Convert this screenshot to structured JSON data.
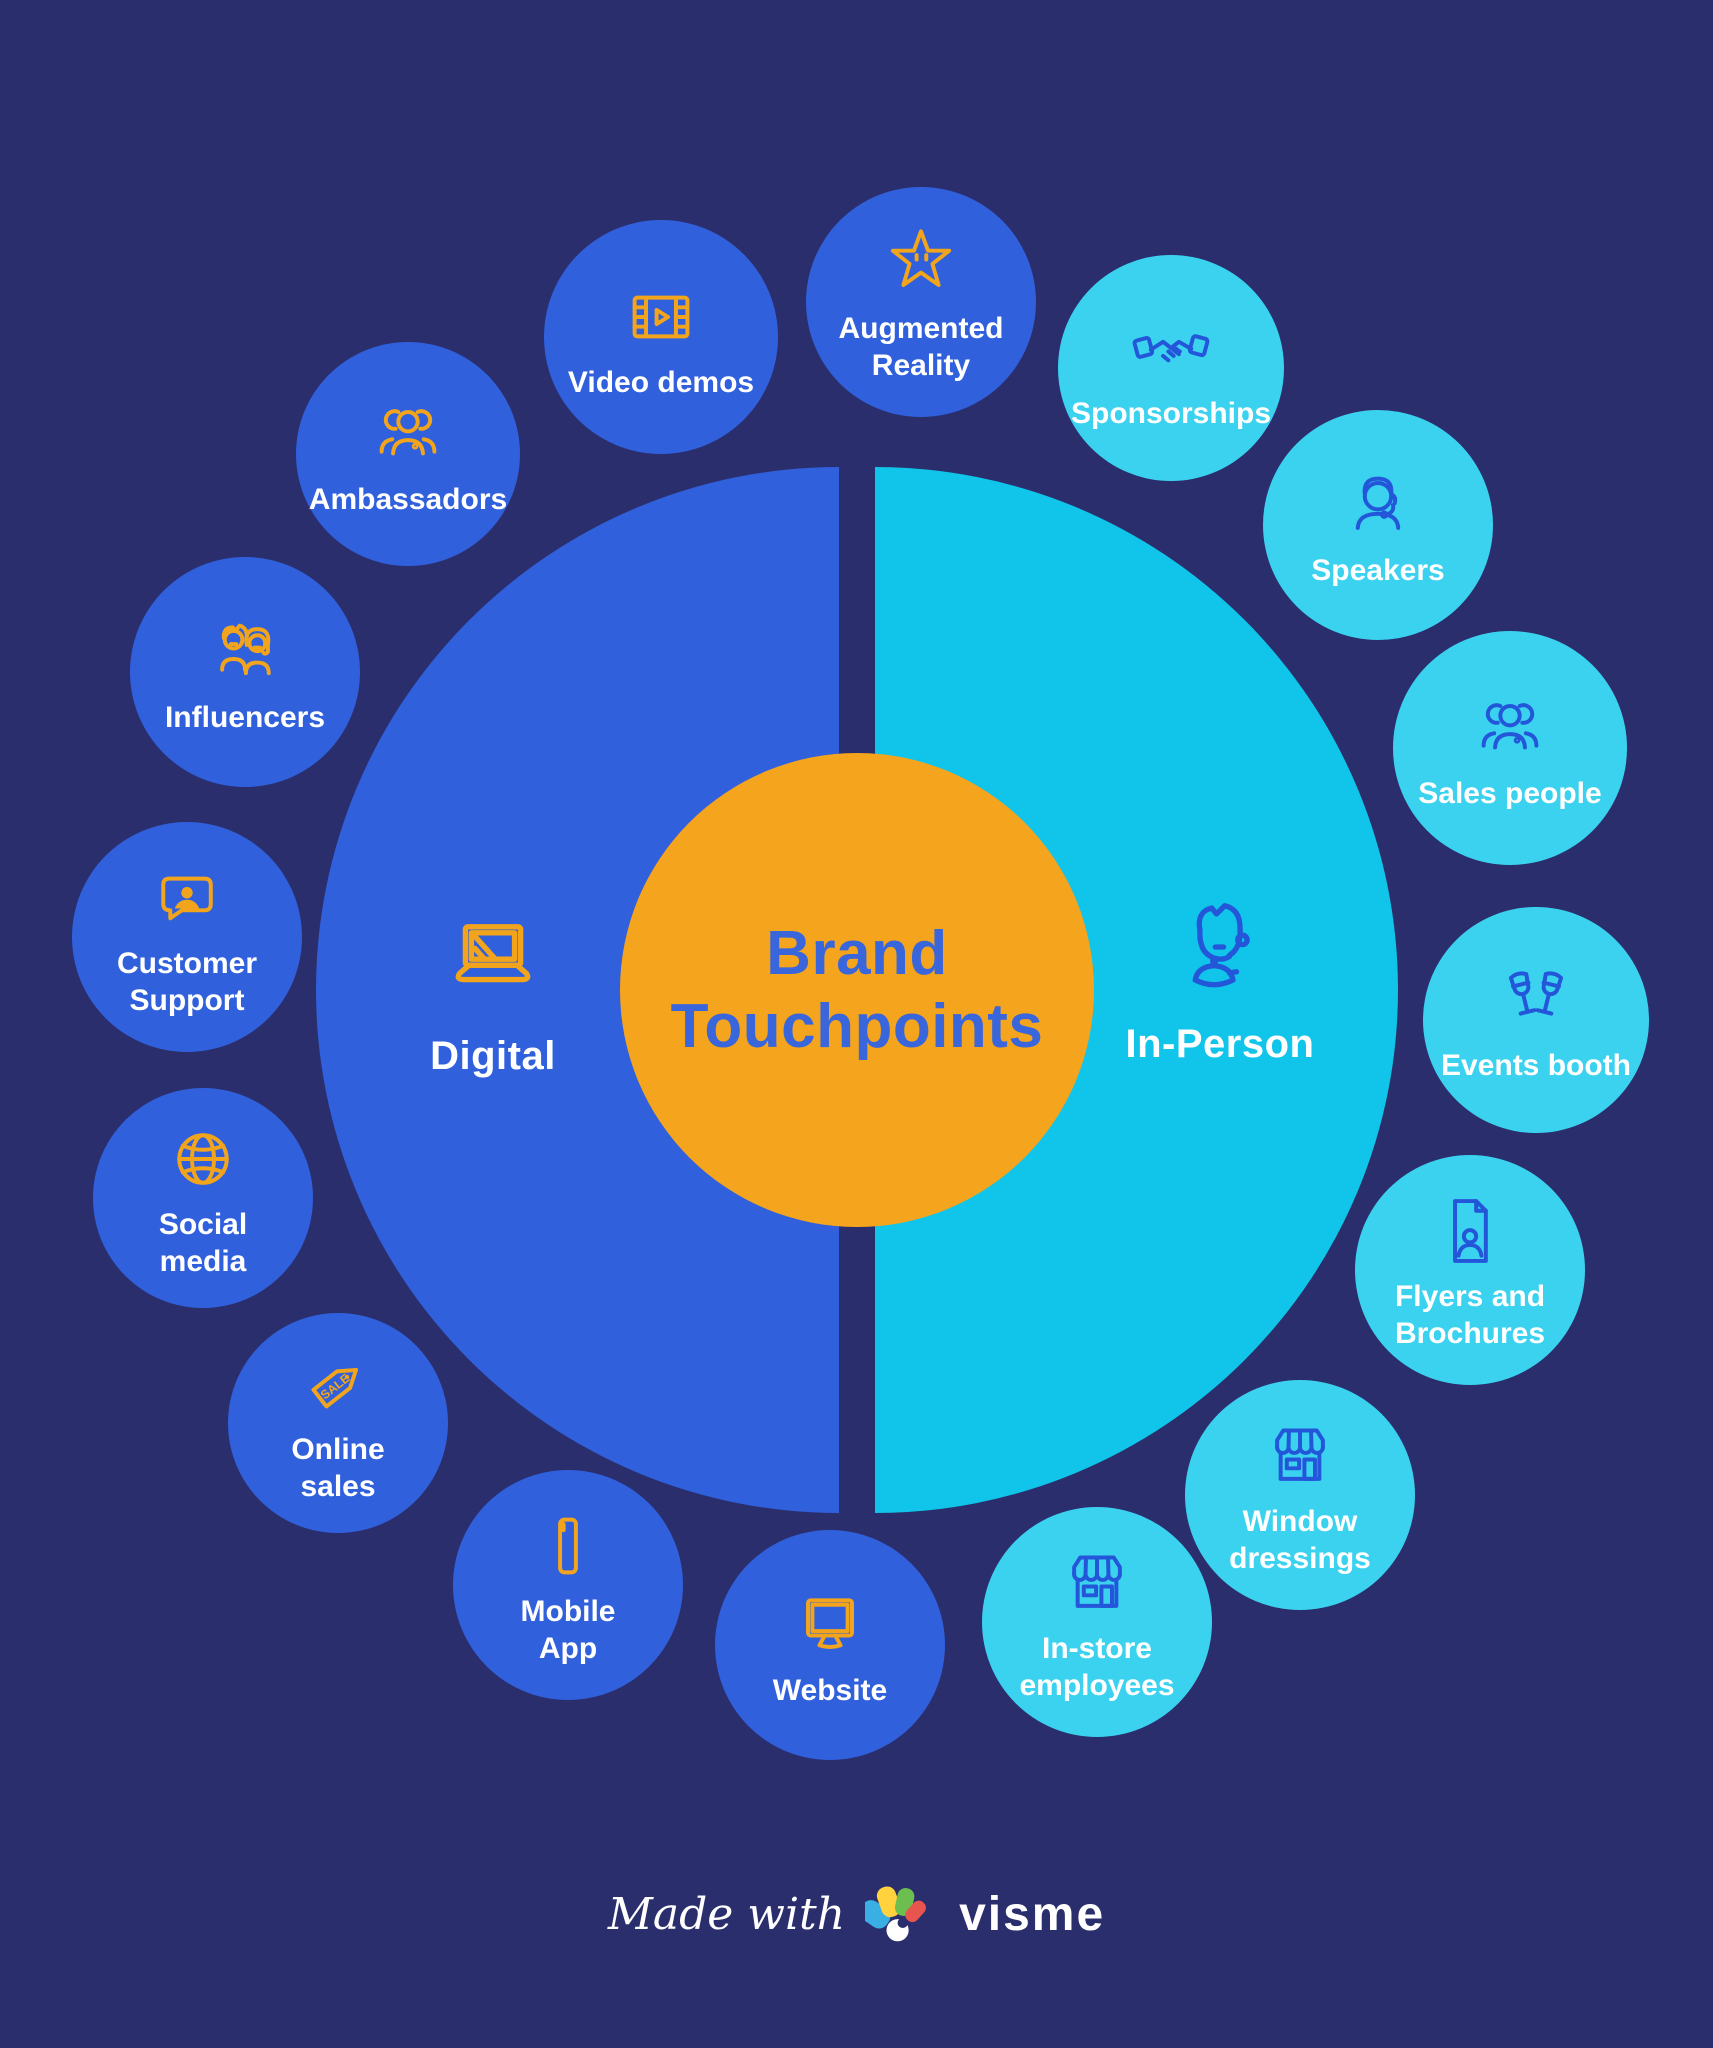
{
  "title": {
    "label": "Brand Touchpoints",
    "lines": [
      "Brand",
      "Touchpoints"
    ]
  },
  "halves": {
    "digital": {
      "label": "Digital",
      "icon": "laptop-icon"
    },
    "in_person": {
      "label": "In-Person",
      "icon": "person-icon"
    }
  },
  "nodes": [
    {
      "id": "video-demos",
      "label": "Video demos",
      "lines": [
        "Video demos"
      ],
      "side": "digital",
      "icon": "film-icon"
    },
    {
      "id": "augmented-reality",
      "label": "Augmented Reality",
      "lines": [
        "Augmented",
        "Reality"
      ],
      "side": "digital",
      "icon": "star-icon"
    },
    {
      "id": "sponsorships",
      "label": "Sponsorships",
      "lines": [
        "Sponsorships"
      ],
      "side": "in-person",
      "icon": "handshake-icon"
    },
    {
      "id": "speakers",
      "label": "Speakers",
      "lines": [
        "Speakers"
      ],
      "side": "in-person",
      "icon": "speaker-icon"
    },
    {
      "id": "sales-people",
      "label": "Sales people",
      "lines": [
        "Sales people"
      ],
      "side": "in-person",
      "icon": "people-group-icon"
    },
    {
      "id": "events-booth",
      "label": "Events booth",
      "lines": [
        "Events booth"
      ],
      "side": "in-person",
      "icon": "wine-glasses-icon"
    },
    {
      "id": "flyers-brochures",
      "label": "Flyers and Brochures",
      "lines": [
        "Flyers and",
        "Brochures"
      ],
      "side": "in-person",
      "icon": "flyer-icon"
    },
    {
      "id": "window-dressings",
      "label": "Window dressings",
      "lines": [
        "Window",
        "dressings"
      ],
      "side": "in-person",
      "icon": "storefront-icon"
    },
    {
      "id": "in-store-employees",
      "label": "In-store employees",
      "lines": [
        "In-store",
        "employees"
      ],
      "side": "in-person",
      "icon": "storefront-icon"
    },
    {
      "id": "website",
      "label": "Website",
      "lines": [
        "Website"
      ],
      "side": "digital",
      "icon": "monitor-icon"
    },
    {
      "id": "mobile-app",
      "label": "Mobile App",
      "lines": [
        "Mobile",
        "App"
      ],
      "side": "digital",
      "icon": "smartphone-icon"
    },
    {
      "id": "online-sales",
      "label": "Online sales",
      "lines": [
        "Online",
        "sales"
      ],
      "side": "digital",
      "icon": "sale-tag-icon",
      "icon_text": "SALE"
    },
    {
      "id": "social-media",
      "label": "Social media",
      "lines": [
        "Social",
        "media"
      ],
      "side": "digital",
      "icon": "globe-icon"
    },
    {
      "id": "customer-support",
      "label": "Customer Support",
      "lines": [
        "Customer",
        "Support"
      ],
      "side": "digital",
      "icon": "support-bubble-icon"
    },
    {
      "id": "influencers",
      "label": "Influencers",
      "lines": [
        "Influencers"
      ],
      "side": "digital",
      "icon": "influencers-icon"
    },
    {
      "id": "ambassadors",
      "label": "Ambassadors",
      "lines": [
        "Ambassadors"
      ],
      "side": "digital",
      "icon": "people-group-icon"
    }
  ],
  "footer": {
    "made_with": "Made with",
    "brand": "visme"
  },
  "colors": {
    "background": "#2B2E6C",
    "digital_circle": "#3060DC",
    "in_person_half": "#10C5E9",
    "in_person_circle": "#3BD2F0",
    "center_circle": "#F5A41D",
    "title_text": "#3A66DB",
    "digital_icon": "#F2A51C",
    "in_person_icon": "#2356D8",
    "label_text": "#FFFFFF",
    "logo_blue": "#3AAFE4",
    "logo_yellow": "#FFD23E",
    "logo_green": "#6CBE4E",
    "logo_red": "#E8544E"
  }
}
